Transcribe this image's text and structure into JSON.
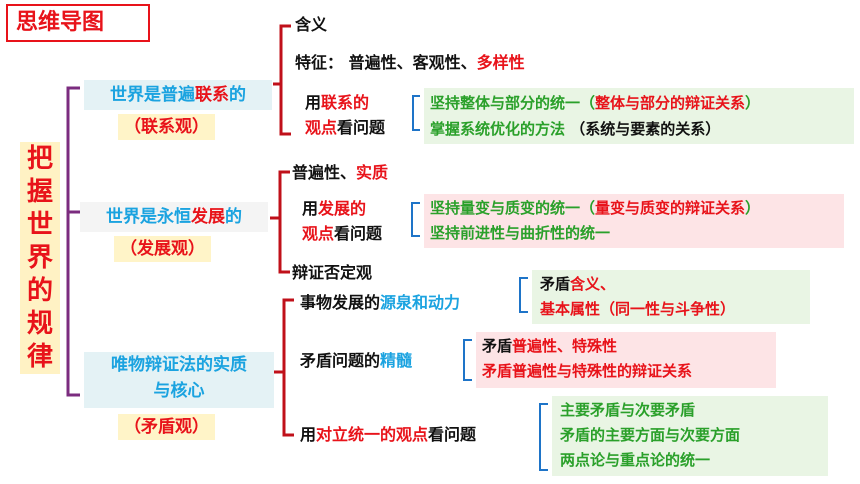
{
  "title": "思维导图",
  "root": "把握世界的规律",
  "views": {
    "lianxi": {
      "label_a": "世界是普遍",
      "label_b": "联系",
      "label_c": "的",
      "tag": "（联系观）",
      "items": {
        "hanyi": "含义",
        "tezheng_a": "特征：  普遍性、客观性、",
        "tezheng_b": "多样性",
        "yong_a": "用",
        "yong_b": "联系的",
        "yong_c": "观点",
        "yong_d": "看问题",
        "sub1_a": "坚持整体与部分的统一（",
        "sub1_b": "整体与部分的辩证关系",
        "sub1_c": "）",
        "sub2_a": "掌握系统优化的方法",
        "sub2_b": " （系统与要素的关系）"
      }
    },
    "fazhan": {
      "label_a": "世界是永恒",
      "label_b": "发展",
      "label_c": "的",
      "tag": "（发展观）",
      "items": {
        "p1_a": "普遍性、",
        "p1_b": "实质",
        "yong_a": "用",
        "yong_b": "发展的",
        "yong_c": "观点",
        "yong_d": "看问题",
        "sub1_a": "坚持量变与质变的统一（",
        "sub1_b": "量变与质变的辩证关系",
        "sub1_c": "）",
        "sub2": "坚持前进性与曲折性的统一",
        "p3": "辩证否定观"
      }
    },
    "maodun": {
      "label_1": "唯物辩证法的实质",
      "label_2": "与核心",
      "tag": "（矛盾观）",
      "items": {
        "a_1": "事物发展的",
        "a_2": "源泉和动力",
        "a_sub1_a": "矛盾",
        "a_sub1_b": "含义、",
        "a_sub2_a": "基本属性（同一性与斗争性）",
        "b_1": "矛盾问题的",
        "b_2": "精髓",
        "b_sub1_a": "矛盾",
        "b_sub1_b": "普遍性、特殊性",
        "b_sub2": "矛盾普遍性与特殊性的辩证关系",
        "c_1": "用",
        "c_2": "对立统一的观点",
        "c_3": "看问题",
        "c_sub1": "主要矛盾与次要矛盾",
        "c_sub2": "矛盾的主要方面与次要方面",
        "c_sub3": "两点论与重点论的统一"
      }
    }
  },
  "colors": {
    "red": "#e8131a",
    "green": "#2aa02a",
    "blue": "#1ba3e0",
    "bracket_purple": "#7b2c7f",
    "bracket_red": "#c0101a",
    "bracket_blue": "#1e74c8"
  }
}
